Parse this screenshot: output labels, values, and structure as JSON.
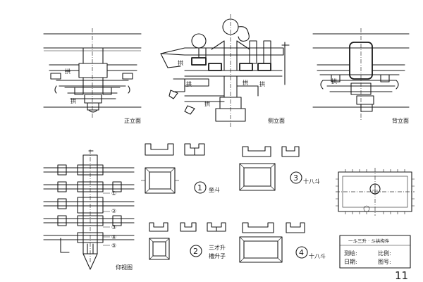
{
  "labels": {
    "front_elevation": "正立面",
    "side_elevation": "侧立面",
    "back_elevation": "背立面",
    "plan_view": "仰视图",
    "part1": "坐斗",
    "part2_line1": "三才升",
    "part2_line2": "槽升子",
    "part3": "十八斗",
    "part4": "十八斗"
  },
  "side_tags": [
    "拱",
    "拱",
    "拱",
    "拱",
    "拱"
  ],
  "plan_tags": [
    "①",
    "②",
    "③",
    "④",
    "⑤"
  ],
  "part_numbers": [
    "1",
    "2",
    "3",
    "4"
  ],
  "title_block": {
    "title": "一斗三升 · 斗拱构件",
    "field_a": "测绘:",
    "field_b": "日期:",
    "field_c": "比例:",
    "field_d": "图号:"
  },
  "page_number": "11"
}
